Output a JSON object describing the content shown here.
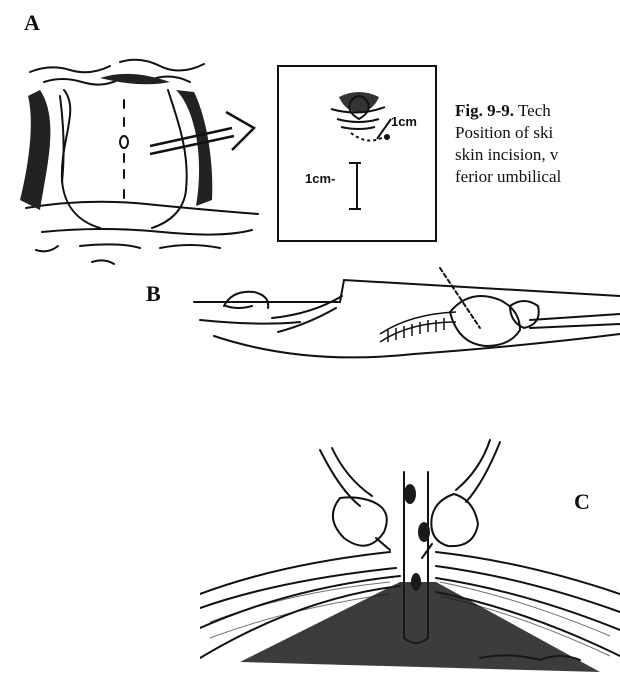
{
  "panels": {
    "a": "A",
    "b": "B",
    "c": "C"
  },
  "inset": {
    "dim_top": "1cm",
    "dim_left": "1cm-"
  },
  "caption": {
    "fig_no": "Fig. 9-9.",
    "line1_rest": "Tech",
    "line2": "Position of ski",
    "line3": "skin incision, v",
    "line4": "ferior umbilical"
  }
}
